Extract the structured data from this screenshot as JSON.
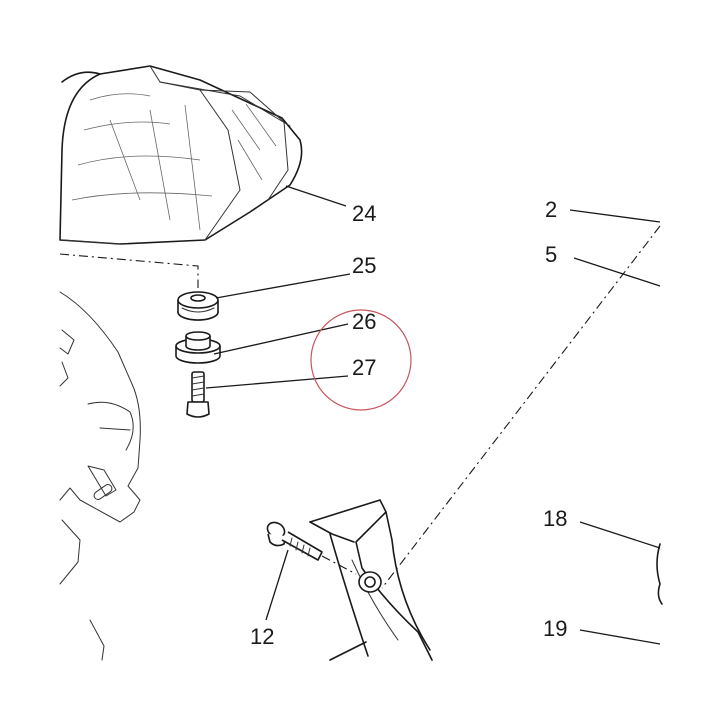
{
  "callouts": {
    "c2": "2",
    "c5": "5",
    "c12": "12",
    "c18": "18",
    "c19": "19",
    "c24": "24",
    "c25": "25",
    "c26": "26",
    "c27": "27"
  },
  "colors": {
    "ink": "#1a1a1a",
    "highlight_circle": "#c8545c",
    "background": "#ffffff"
  }
}
